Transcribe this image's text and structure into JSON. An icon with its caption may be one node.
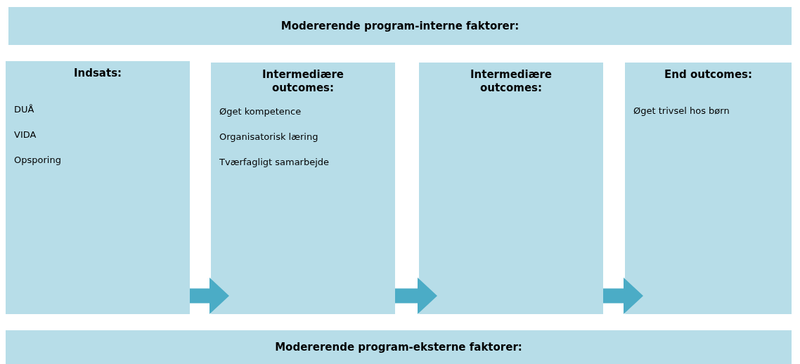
{
  "diagram": {
    "nodes": [
      {
        "text": [
          "Modererende program-interne faktorer:"
        ]
      },
      {
        "text": [
          "Indsats:",
          "DUÅ",
          "VIDA",
          "Opsporing"
        ]
      },
      {
        "text": [
          "Intermediære outcomes:",
          "Øget kompetence",
          "Organisatorisk læring",
          "Tværfagligt samarbejde"
        ]
      },
      {
        "text": [
          "Intermediære outcomes:"
        ]
      },
      {
        "text": [
          "End outcomes:",
          "Øget trivsel hos børn"
        ]
      },
      {
        "text": [
          "Modererende program-eksterne faktorer:"
        ]
      }
    ],
    "edges": [
      {
        "from": 1,
        "to": 2,
        "arrow": "to",
        "style": "thick"
      },
      {
        "from": 2,
        "to": 3,
        "arrow": "to",
        "style": "thick"
      },
      {
        "from": 3,
        "to": 4,
        "arrow": "to",
        "style": "thick"
      }
    ]
  }
}
